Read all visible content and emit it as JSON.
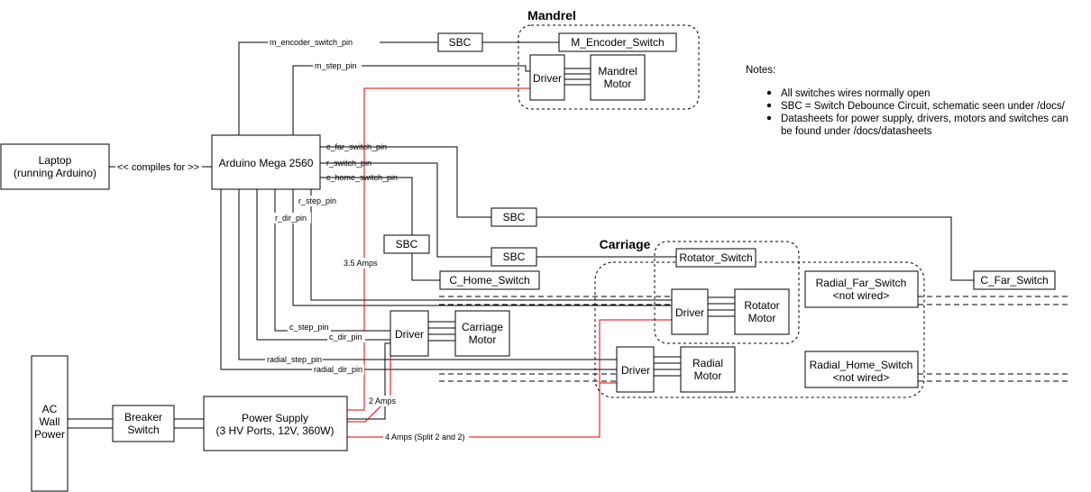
{
  "groups": {
    "mandrel": "Mandrel",
    "carriage": "Carriage"
  },
  "components": {
    "laptop": [
      "Laptop",
      "(running Arduino)"
    ],
    "arduino": "Arduino Mega 2560",
    "ac_power": [
      "AC",
      "Wall",
      "Power"
    ],
    "breaker": [
      "Breaker",
      "Switch"
    ],
    "power_supply": [
      "Power Supply",
      "(3 HV Ports, 12V, 360W)"
    ],
    "sbc": "SBC",
    "driver": "Driver",
    "m_encoder_switch": "M_Encoder_Switch",
    "mandrel_motor": [
      "Mandrel",
      "Motor"
    ],
    "c_home_switch": "C_Home_Switch",
    "c_far_switch": "C_Far_Switch",
    "rotator_switch": "Rotator_Switch",
    "rotator_motor": [
      "Rotator",
      "Motor"
    ],
    "carriage_motor": [
      "Carriage",
      "Motor"
    ],
    "radial_motor": [
      "Radial",
      "Motor"
    ],
    "radial_far_switch": [
      "Radial_Far_Switch",
      "<not wired>"
    ],
    "radial_home_switch": [
      "Radial_Home_Switch",
      "<not wired>"
    ]
  },
  "wire_labels": {
    "m_encoder_switch_pin": "m_encoder_switch_pin",
    "m_step_pin": "m_step_pin",
    "c_far_switch_pin": "c_far_switch_pin",
    "r_switch_pin": "r_switch_pin",
    "c_home_switch_pin": "c_home_switch_pin",
    "r_step_pin": "r_step_pin",
    "r_dir_pin": "r_dir_pin",
    "c_step_pin": "c_step_pin",
    "c_dir_pin": "c_dir_pin",
    "radial_step_pin": "radial_step_pin",
    "radial_dir_pin": "radial_dir_pin",
    "compiles_for": "<< compiles for >>",
    "amps_35": "3.5 Amps",
    "amps_2": "2 Amps",
    "amps_4": "4 Amps (Split 2 and 2)"
  },
  "notes": {
    "title": "Notes:",
    "bullets": [
      "All switches wires normally open",
      "SBC = Switch Debounce Circuit, schematic seen under /docs/",
      "Datasheets for power supply, drivers, motors and switches can"
    ],
    "continuation": "be found under /docs/datasheets"
  },
  "colors": {
    "power_wire": "#e00000",
    "signal_wire": "#000000"
  }
}
